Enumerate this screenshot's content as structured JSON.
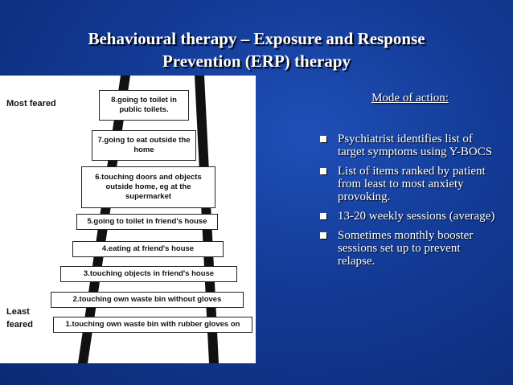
{
  "title": {
    "line1": "Behavioural therapy – Exposure and Response",
    "line2": "Prevention (ERP) therapy"
  },
  "ladder": {
    "most_feared": "Most feared",
    "least_line1": "Least",
    "least_line2": "feared",
    "steps": [
      "8.going to toilet in public toilets.",
      "7.going to eat outside the home",
      "6.touching doors and objects outside home, eg at the supermarket",
      "5.going to toilet in friend's house",
      "4.eating at friend's house",
      "3.touching objects in friend's house",
      "2.touching own waste bin without gloves",
      "1.touching own waste bin with rubber gloves on"
    ]
  },
  "mode": {
    "heading": "Mode of action:",
    "bullets": [
      "Psychiatrist identifies list of target symptoms using Y-BOCS",
      "List of items ranked by patient from least to most anxiety provoking.",
      "13-20 weekly sessions (average)",
      "Sometimes monthly booster sessions set up to prevent relapse."
    ]
  },
  "colors": {
    "background": "#123a94",
    "text": "#ffffff"
  }
}
